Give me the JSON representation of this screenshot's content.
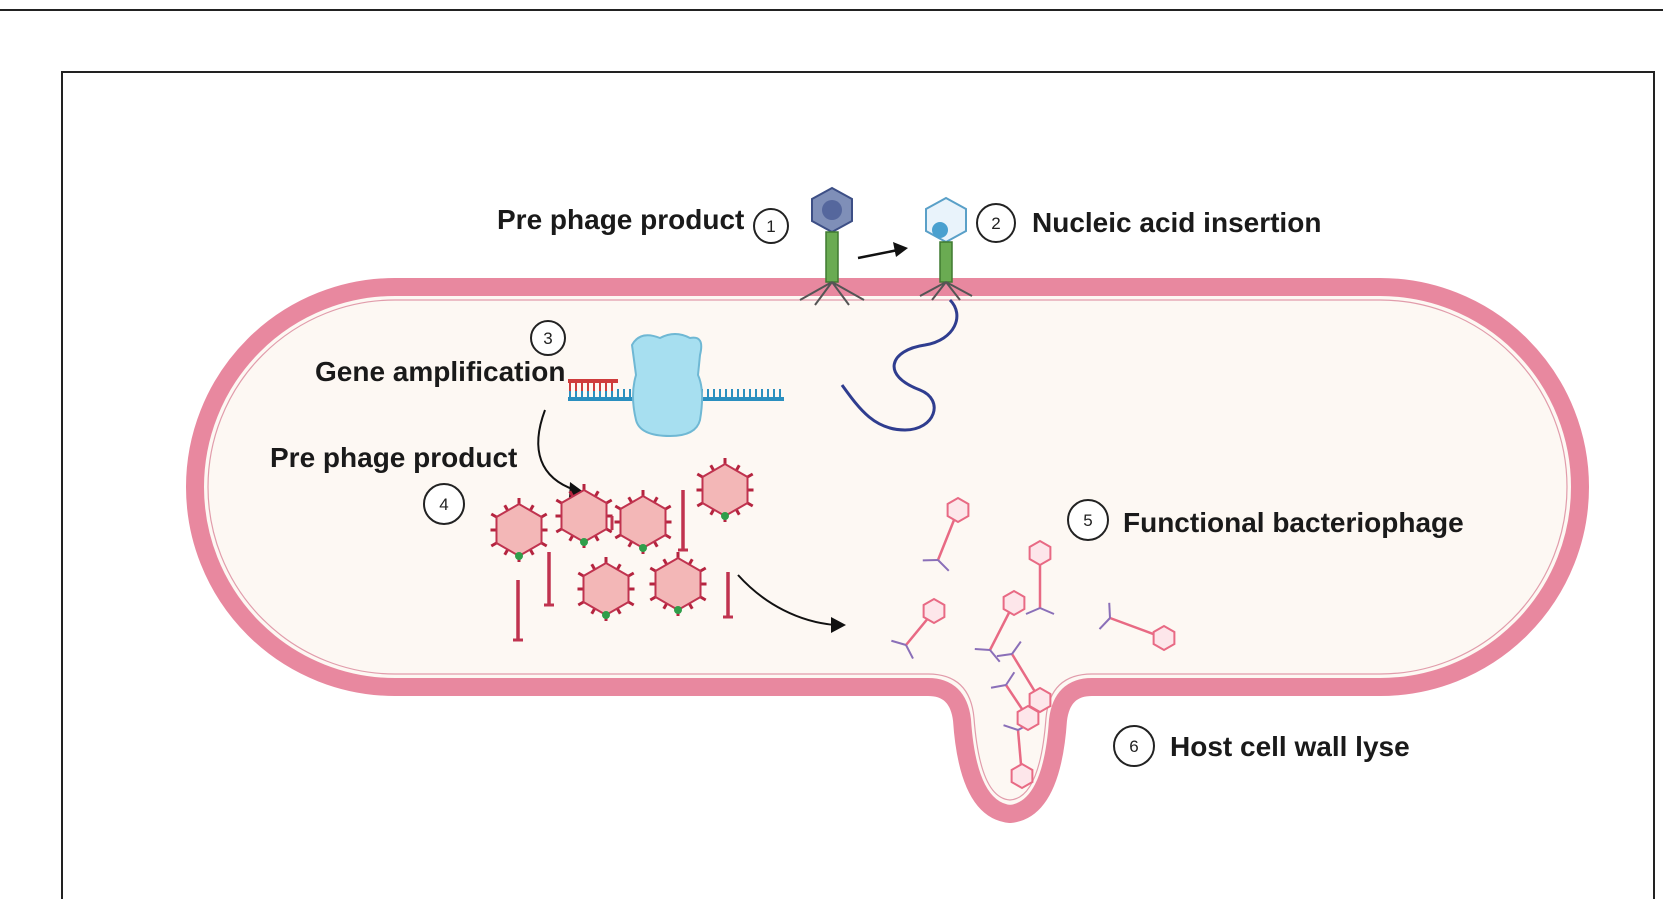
{
  "labels": {
    "step1": "Pre phage product",
    "step2": "Nucleic acid insertion",
    "step3": "Gene amplification",
    "step4": "Pre phage product",
    "step5": "Functional bacteriophage",
    "step6": "Host cell wall lyse"
  },
  "step_numbers": [
    "1",
    "2",
    "3",
    "4",
    "5",
    "6"
  ],
  "colors": {
    "cell_wall": "#e8889f",
    "cytoplasm": "#fdf8f3",
    "capsid_fill": "#f3b7b7",
    "capsid_stroke": "#c0334f",
    "spike": "#b5243f",
    "dna_strand": "#2f3d8f",
    "ribosome": "#a7dff0",
    "rna": "#cf3c3c",
    "template": "#2a8fbf",
    "phage_tail": "#5aa04a",
    "lysis_phage": "#e86a84"
  },
  "icons": [
    "bacteriophage-icon",
    "ribosome-icon",
    "dna-icon",
    "capsid-icon",
    "arrow-icon"
  ]
}
